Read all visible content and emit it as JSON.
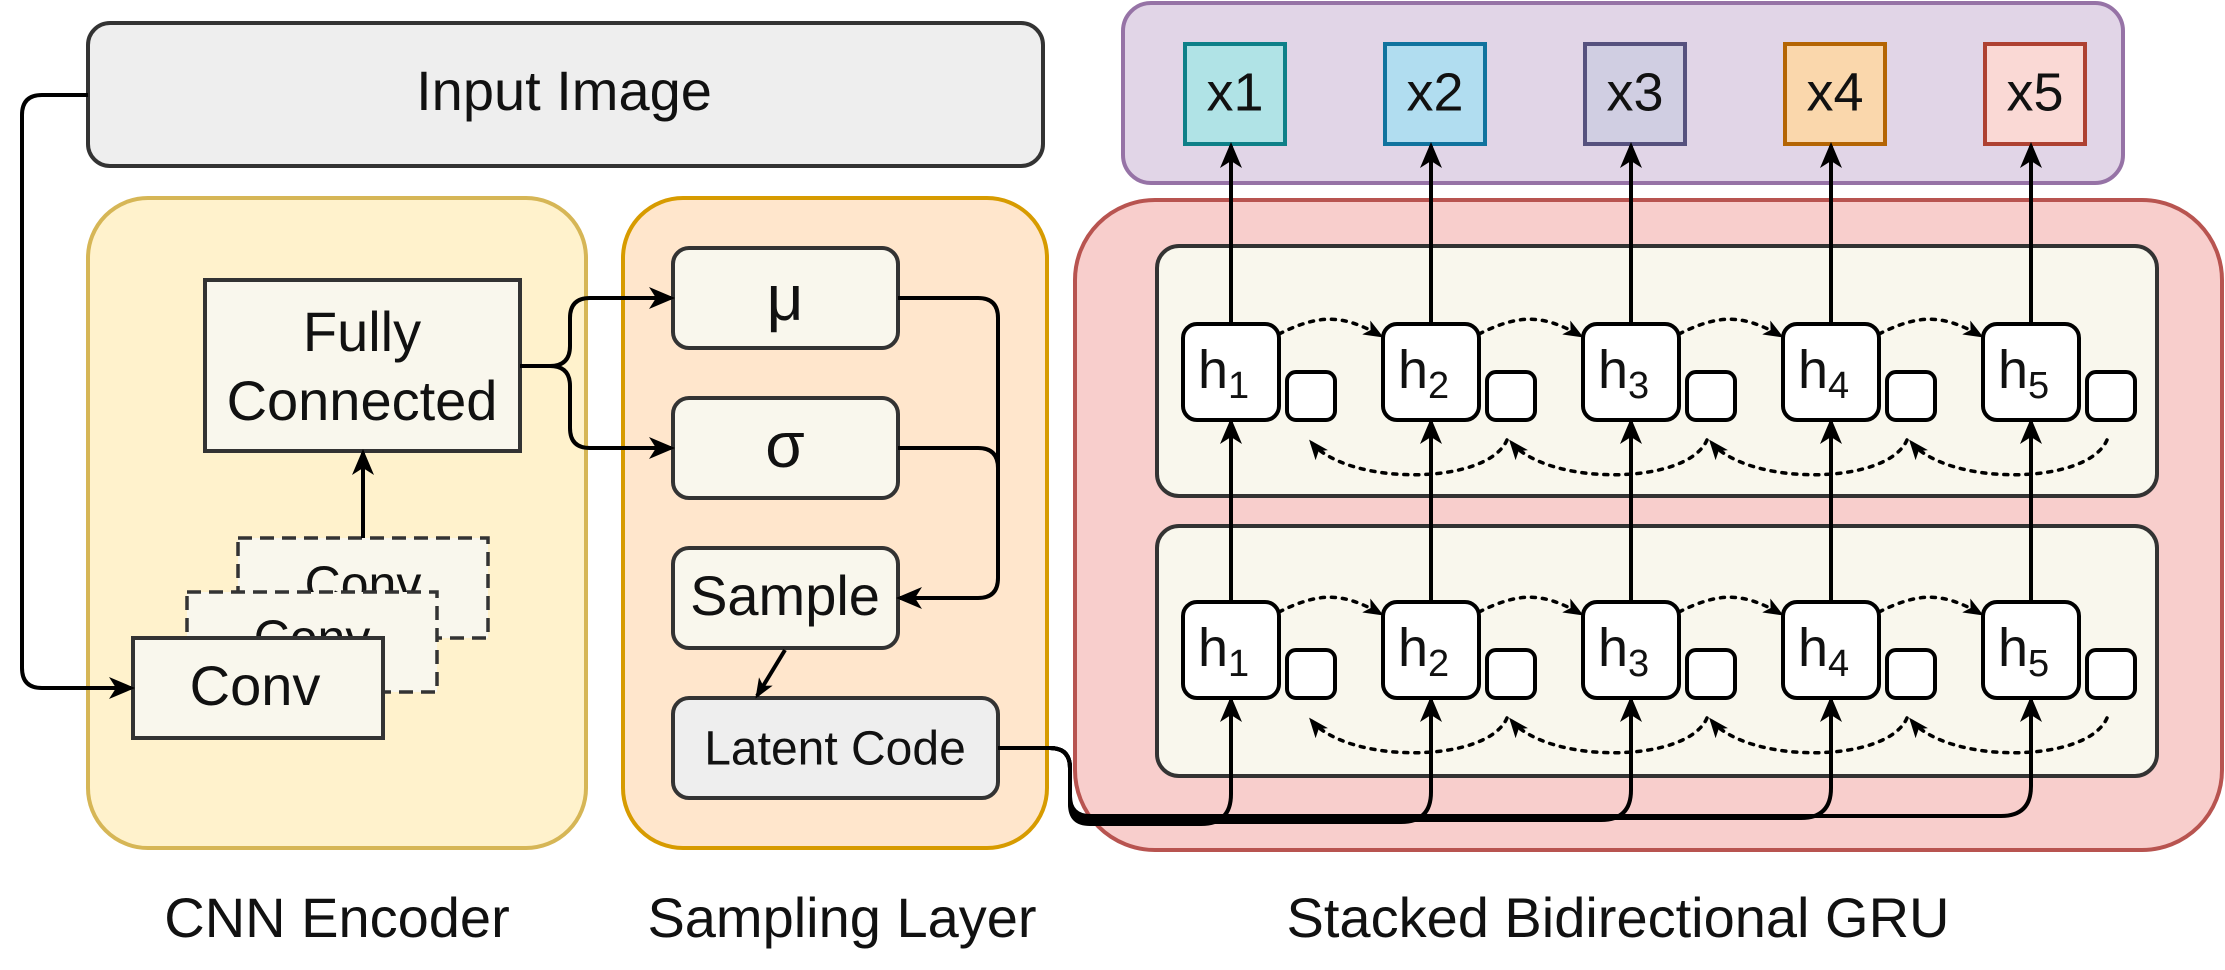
{
  "input": {
    "label": "Input Image"
  },
  "encoder": {
    "caption": "CNN Encoder",
    "fc_line1": "Fully",
    "fc_line2": "Connected",
    "conv_back": "Conv",
    "conv_mid": "Conv",
    "conv_front": "Conv"
  },
  "sampling": {
    "caption": "Sampling Layer",
    "mu": "μ",
    "sigma": "σ",
    "sample": "Sample",
    "latent": "Latent Code"
  },
  "gru": {
    "caption": "Stacked Bidirectional GRU",
    "cell_letter": "h",
    "top_row": [
      "1",
      "2",
      "3",
      "4",
      "5"
    ],
    "bottom_row": [
      "1",
      "2",
      "3",
      "4",
      "5"
    ]
  },
  "outputs": [
    "x1",
    "x2",
    "x3",
    "x4",
    "x5"
  ],
  "colors": {
    "input_fill": "#EEEEEE",
    "encoder_fill": "#FFF2CC",
    "encoder_stroke": "#D6B656",
    "sampling_fill": "#FFE6CC",
    "sampling_stroke": "#D79B00",
    "gru_fill": "#F8CECC",
    "gru_stroke": "#B85450",
    "output_fill": "#E1D5E7",
    "output_stroke": "#9673A6",
    "panel_fill": "#F9F7ED",
    "x_fills": [
      "#B0E3E6",
      "#B1DDF0",
      "#D0CEE2",
      "#FAD7AC",
      "#FAD9D5"
    ],
    "x_strokes": [
      "#0E8088",
      "#10739E",
      "#56517E",
      "#B46504",
      "#AE4132"
    ]
  }
}
